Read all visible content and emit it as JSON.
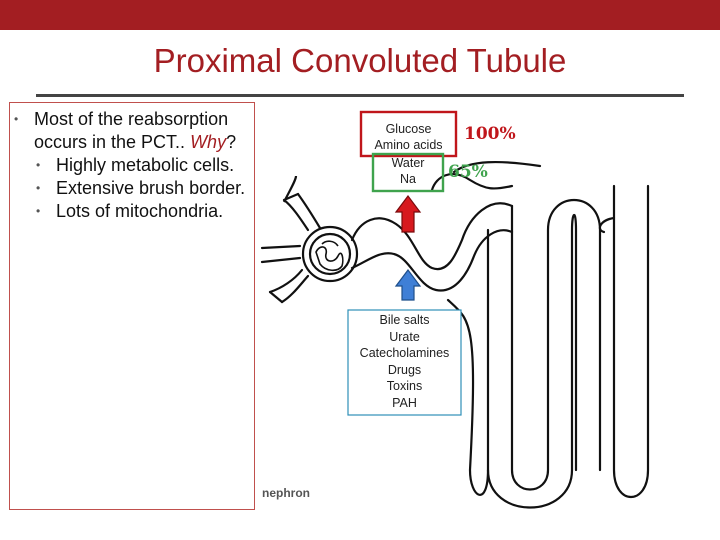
{
  "slide": {
    "title": "Proximal Convoluted Tubule",
    "accent_color": "#a31e22",
    "text_panel_border_color": "#c0504d"
  },
  "bullets": {
    "intro": "Most of the reabsorption occurs in the PCT.. ",
    "why": "Why",
    "intro_end": "?",
    "sub": [
      "Highly metabolic cells.",
      "Extensive brush border.",
      "Lots of mitochondria."
    ],
    "marker": "•"
  },
  "diagram": {
    "top_box_red": [
      "Glucose",
      "Amino acids"
    ],
    "top_box_green": [
      "Water",
      "Na"
    ],
    "red_box_color": "#c0161b",
    "green_box_color": "#3fa34d",
    "pct_red": "100%",
    "pct_green": "65%",
    "arrow_up_red_color": "#d7191e",
    "arrow_up_blue_color": "#3f7fd6",
    "secretion_box": [
      "Bile salts",
      "Urate",
      "Catecholamines",
      "Drugs",
      "Toxins",
      "PAH"
    ],
    "secretion_box_color": "#2e8fb8",
    "caption": "nephron"
  }
}
